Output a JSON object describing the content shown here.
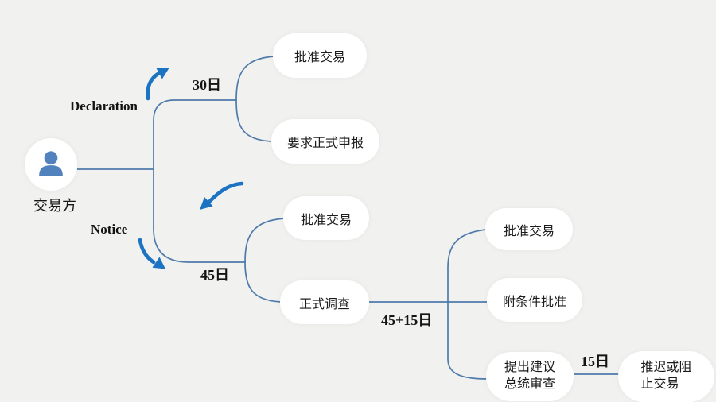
{
  "colors": {
    "background": "#f1f1ef",
    "connector_line": "#4f7aab",
    "arrow_accent": "#1b73c2",
    "node_fill": "#ffffff",
    "person_icon": "#5182be",
    "text": "#1c1c1c"
  },
  "party": {
    "label": "交易方"
  },
  "paths": {
    "declaration": {
      "label": "Declaration",
      "duration_label": "30日",
      "outcomes": {
        "approve": {
          "label": "批准交易"
        },
        "formal_filing": {
          "label": "要求正式申报"
        }
      }
    },
    "notice": {
      "label": "Notice",
      "duration_label": "45日",
      "outcomes": {
        "approve": {
          "label": "批准交易"
        },
        "investigation": {
          "label": "正式调查"
        }
      }
    },
    "investigation": {
      "duration_label": "45+15日",
      "outcomes": {
        "approve": {
          "label": "批准交易"
        },
        "conditional": {
          "label": "附条件批准"
        },
        "president": {
          "line1": "提出建议",
          "line2": "总统审查"
        }
      }
    },
    "president": {
      "duration_label": "15日",
      "outcome": {
        "line1": "推迟或阻",
        "line2": "止交易"
      }
    }
  }
}
